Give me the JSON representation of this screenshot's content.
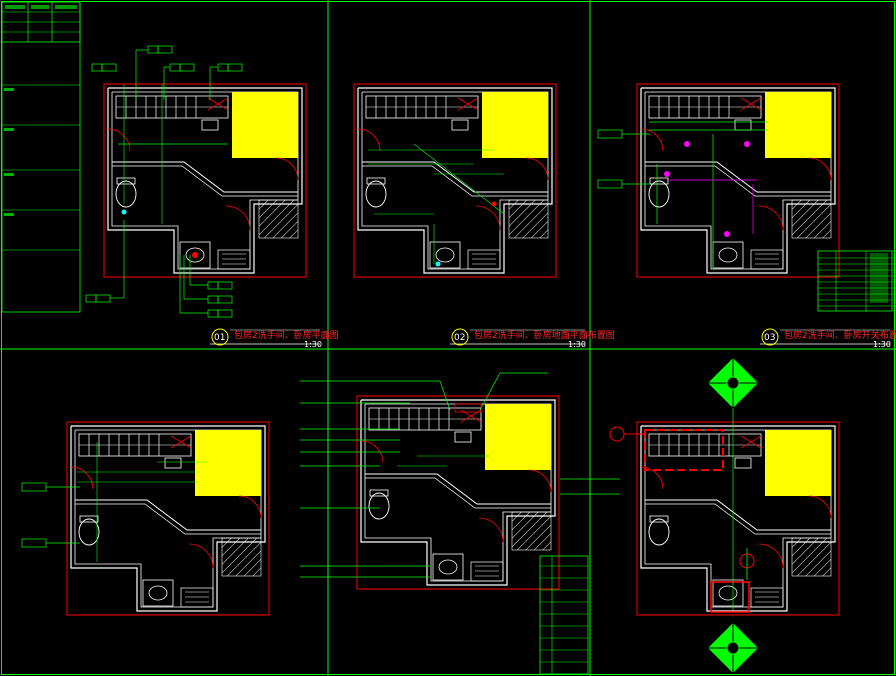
{
  "colors": {
    "background": "#000000",
    "frame": "#00ff00",
    "wall": "#ffffff",
    "outline_red": "#ff0000",
    "fill_yellow": "#ffff00",
    "magenta": "#ff00ff",
    "cyan": "#00ffff",
    "hatch": "#ffffff"
  },
  "titles": [
    {
      "number": "01",
      "label": "包房2洗手间、卧房平面图",
      "scale": "1:30"
    },
    {
      "number": "02",
      "label": "包房2洗手间、卧房地面平面布置图",
      "scale": "1:30"
    },
    {
      "number": "03",
      "label": "包房2洗手间、卧房开关布置图",
      "scale": "1:30"
    }
  ]
}
